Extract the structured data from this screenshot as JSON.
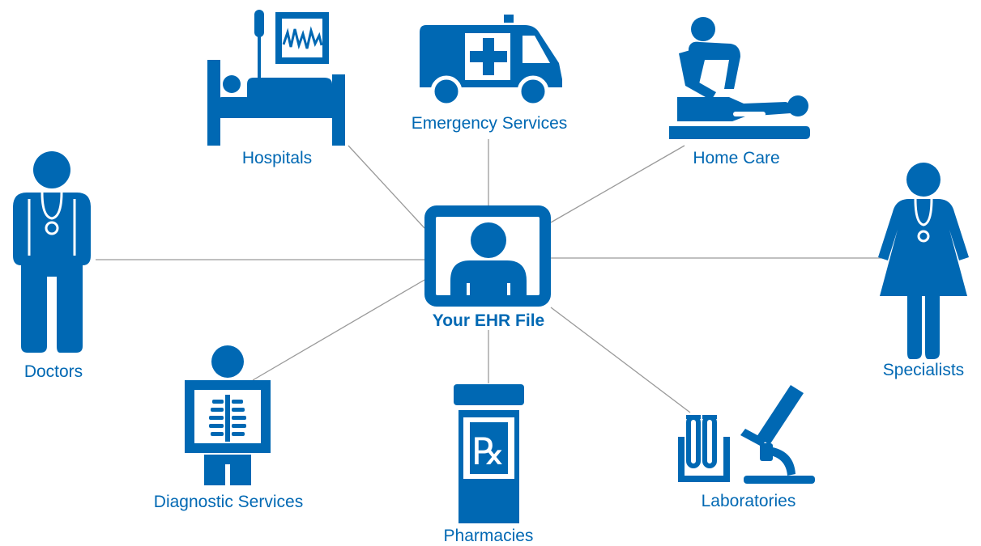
{
  "colors": {
    "primary": "#0068b3",
    "connector": "#9a9a9a",
    "background": "#ffffff"
  },
  "center": {
    "label": "Your EHR File",
    "icon": "patient-file-icon"
  },
  "nodes": [
    {
      "id": "hospitals",
      "label": "Hospitals",
      "icon": "hospital-bed-icon"
    },
    {
      "id": "emergency-services",
      "label": "Emergency Services",
      "icon": "ambulance-icon"
    },
    {
      "id": "home-care",
      "label": "Home Care",
      "icon": "home-care-icon"
    },
    {
      "id": "doctors",
      "label": "Doctors",
      "icon": "male-doctor-icon"
    },
    {
      "id": "specialists",
      "label": "Specialists",
      "icon": "female-doctor-icon"
    },
    {
      "id": "diagnostic-services",
      "label": "Diagnostic Services",
      "icon": "x-ray-icon"
    },
    {
      "id": "pharmacies",
      "label": "Pharmacies",
      "icon": "prescription-bottle-icon"
    },
    {
      "id": "laboratories",
      "label": "Laboratories",
      "icon": "laboratory-icon"
    }
  ],
  "pharmacy_symbol": "℞"
}
